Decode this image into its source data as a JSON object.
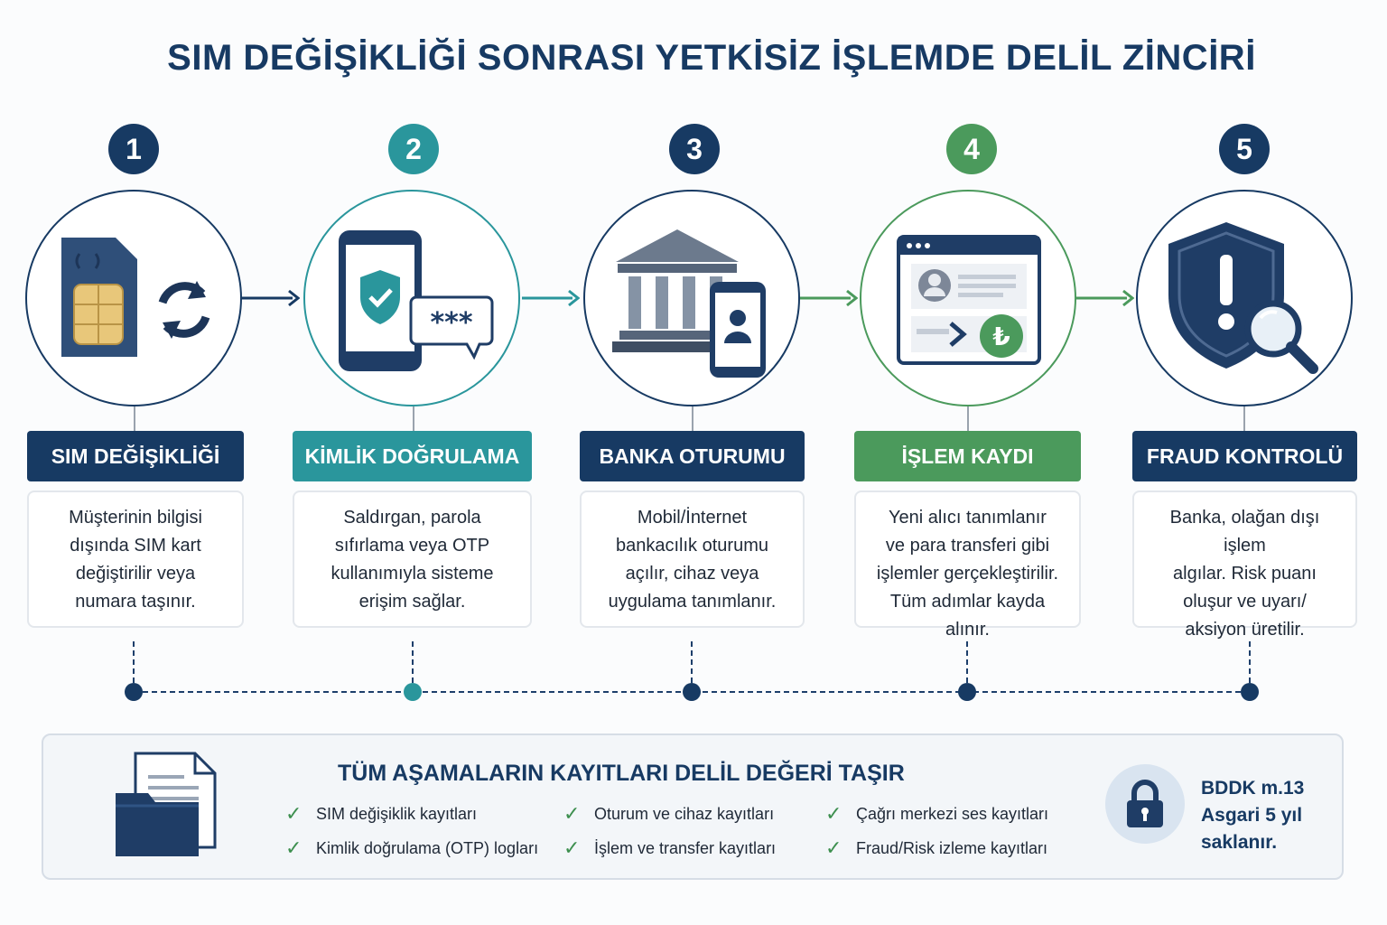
{
  "title": "SIM DEĞİŞİKLİĞİ SONRASI YETKİSİZ İŞLEMDE DELİL ZİNCİRİ",
  "colors": {
    "navy": "#173a63",
    "teal": "#2a969c",
    "green": "#4b9a5c"
  },
  "steps": [
    {
      "number": "1",
      "label": "SIM DEĞİŞİKLİĞİ",
      "color": "#173a63",
      "icon": "sim-card-swap-icon",
      "desc": [
        "Müşterinin bilgisi",
        "dışında SIM kart",
        "değiştirilir veya",
        "numara taşınır."
      ]
    },
    {
      "number": "2",
      "label": "KİMLİK DOĞRULAMA",
      "color": "#2a969c",
      "icon": "phone-shield-otp-icon",
      "desc": [
        "Saldırgan, parola",
        "sıfırlama veya OTP",
        "kullanımıyla sisteme",
        "erişim sağlar."
      ]
    },
    {
      "number": "3",
      "label": "BANKA OTURUMU",
      "color": "#173a63",
      "icon": "bank-mobile-icon",
      "desc": [
        "Mobil/İnternet",
        "bankacılık oturumu",
        "açılır, cihaz veya",
        "uygulama tanımlanır."
      ]
    },
    {
      "number": "4",
      "label": "İŞLEM KAYDI",
      "color": "#4b9a5c",
      "icon": "transaction-record-icon",
      "desc": [
        "Yeni alıcı tanımlanır",
        "ve para transferi gibi",
        "işlemler gerçekleştirilir.",
        "Tüm adımlar kayda alınır."
      ]
    },
    {
      "number": "5",
      "label": "FRAUD KONTROLÜ",
      "color": "#173a63",
      "icon": "shield-search-icon",
      "desc": [
        "Banka, olağan dışı işlem",
        "algılar. Risk puanı",
        "oluşur ve uyarı/",
        "aksiyon üretilir."
      ]
    }
  ],
  "panel": {
    "title": "TÜM AŞAMALARIN KAYITLARI DELİL DEĞERİ TAŞIR",
    "items": [
      "SIM değişiklik kayıtları",
      "Kimlik doğrulama (OTP) logları",
      "Oturum ve cihaz kayıtları",
      "İşlem ve transfer kayıtları",
      "Çağrı merkezi ses kayıtları",
      "Fraud/Risk izleme kayıtları"
    ],
    "retention": [
      "BDDK m.13",
      "Asgari 5 yıl",
      "saklanır."
    ]
  }
}
